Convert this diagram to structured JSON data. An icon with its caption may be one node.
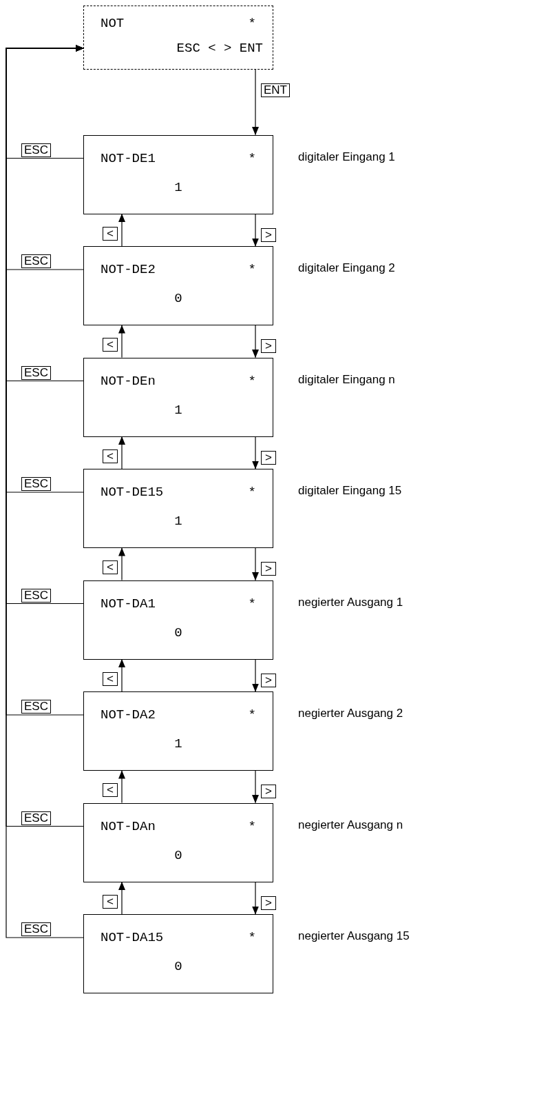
{
  "diagram": {
    "nodes": [
      {
        "text": [
          "NOT",
          "*",
          "ESC < > ENT"
        ]
      },
      {
        "text": [
          "NOT-DE1",
          "*",
          "1"
        ],
        "beside": [
          "digitaler Eingang 1"
        ]
      },
      {
        "text": [
          "NOT-DE2",
          "*",
          "0"
        ],
        "beside": [
          "digitaler Eingang 2"
        ]
      },
      {
        "text": [
          "NOT-DEn",
          "*",
          "1"
        ],
        "beside": [
          "digitaler Eingang n"
        ]
      },
      {
        "text": [
          "NOT-DE15",
          "*",
          "1"
        ],
        "beside": [
          "digitaler Eingang 15"
        ]
      },
      {
        "text": [
          "NOT-DA1",
          "*",
          "0"
        ],
        "beside": [
          "negierter Ausgang 1"
        ]
      },
      {
        "text": [
          "NOT-DA2",
          "*",
          "1"
        ],
        "beside": [
          "negierter Ausgang 2"
        ]
      },
      {
        "text": [
          "NOT-DAn",
          "*",
          "0"
        ],
        "beside": [
          "negierter Ausgang n"
        ]
      },
      {
        "text": [
          "NOT-DA15",
          "*",
          "0"
        ],
        "beside": [
          "negierter Ausgang 15"
        ]
      }
    ],
    "edges": [
      {
        "from": 0,
        "to": 1,
        "label": "ENT",
        "arrow": "to"
      },
      {
        "from": 1,
        "to": 0,
        "label": "ESC",
        "arrow": "to"
      },
      {
        "from": 1,
        "to": 2,
        "label": ">",
        "arrow": "to"
      },
      {
        "from": 2,
        "to": 1,
        "label": "<",
        "arrow": "to"
      },
      {
        "from": 2,
        "to": 0,
        "label": "ESC",
        "arrow": "to"
      },
      {
        "from": 2,
        "to": 3,
        "label": ">",
        "arrow": "to"
      },
      {
        "from": 3,
        "to": 2,
        "label": "<",
        "arrow": "to"
      },
      {
        "from": 3,
        "to": 0,
        "label": "ESC",
        "arrow": "to"
      },
      {
        "from": 3,
        "to": 4,
        "label": ">",
        "arrow": "to"
      },
      {
        "from": 4,
        "to": 3,
        "label": "<",
        "arrow": "to"
      },
      {
        "from": 4,
        "to": 0,
        "label": "ESC",
        "arrow": "to"
      },
      {
        "from": 4,
        "to": 5,
        "label": ">",
        "arrow": "to"
      },
      {
        "from": 5,
        "to": 4,
        "label": "<",
        "arrow": "to"
      },
      {
        "from": 5,
        "to": 0,
        "label": "ESC",
        "arrow": "to"
      },
      {
        "from": 5,
        "to": 6,
        "label": ">",
        "arrow": "to"
      },
      {
        "from": 6,
        "to": 5,
        "label": "<",
        "arrow": "to"
      },
      {
        "from": 6,
        "to": 0,
        "label": "ESC",
        "arrow": "to"
      },
      {
        "from": 6,
        "to": 7,
        "label": ">",
        "arrow": "to"
      },
      {
        "from": 7,
        "to": 6,
        "label": "<",
        "arrow": "to"
      },
      {
        "from": 7,
        "to": 0,
        "label": "ESC",
        "arrow": "to"
      },
      {
        "from": 7,
        "to": 8,
        "label": ">",
        "arrow": "to"
      },
      {
        "from": 8,
        "to": 7,
        "label": "<",
        "arrow": "to"
      },
      {
        "from": 8,
        "to": 0,
        "label": "ESC",
        "arrow": "to"
      }
    ]
  }
}
